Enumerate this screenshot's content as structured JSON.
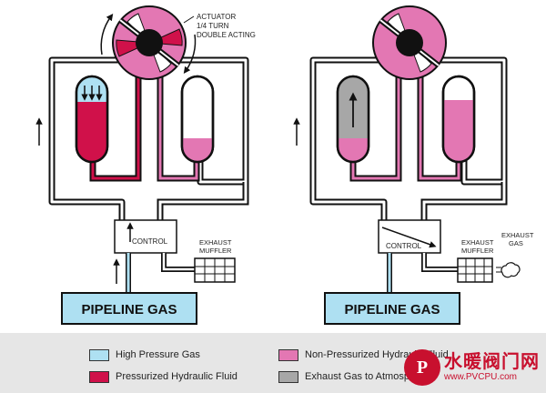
{
  "labels": {
    "actuator_line1": "ACTUATOR",
    "actuator_line2": "1/4 TURN",
    "actuator_line3": "DOUBLE ACTING",
    "control": "CONTROL",
    "exhaust_muffler_line1": "EXHAUST",
    "exhaust_muffler_line2": "MUFFLER",
    "exhaust_gas_line1": "EXHAUST",
    "exhaust_gas_line2": "GAS",
    "pipeline_gas": "PIPELINE GAS"
  },
  "legend": [
    {
      "label": "High Pressure Gas",
      "color": "#aee0f2"
    },
    {
      "label": "Non-Pressurized Hydraulic Fluid",
      "color": "#e377b3"
    },
    {
      "label": "Pressurized Hydraulic Fluid",
      "color": "#d0114a"
    },
    {
      "label": "Exhaust Gas to Atmosphere",
      "color": "#a7a7a7"
    }
  ],
  "colors": {
    "high_pressure_gas": "#aee0f2",
    "pressurized_fluid": "#d0114a",
    "non_pressurized_fluid": "#e377b3",
    "exhaust_gas": "#a7a7a7"
  },
  "watermark": {
    "logo_letter": "P",
    "title": "水暖阀门网",
    "url": "www.PVCPU.com"
  }
}
